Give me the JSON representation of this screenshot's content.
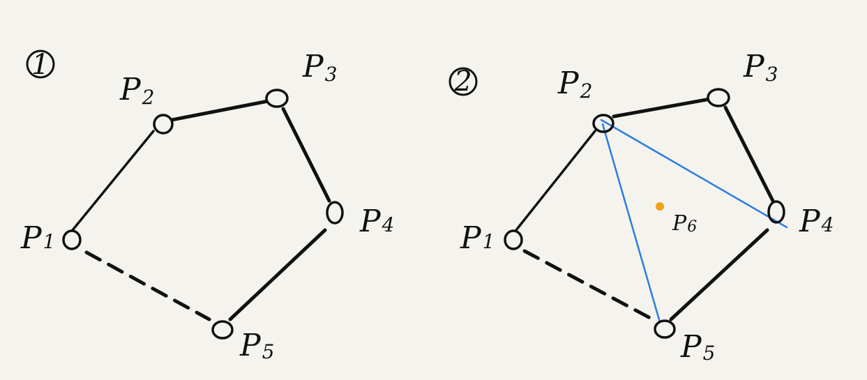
{
  "colors": {
    "background": "#f5f3ee",
    "ink": "#111111",
    "triangle": "#2a7de1",
    "new_point": "#f0a318"
  },
  "panel_1": {
    "step_mark": "1",
    "labels": {
      "p1": {
        "main": "P",
        "sub": "1"
      },
      "p2": {
        "main": "P",
        "sub": "2"
      },
      "p3": {
        "main": "P",
        "sub": "3"
      },
      "p4": {
        "main": "P",
        "sub": "4"
      },
      "p5": {
        "main": "P",
        "sub": "5"
      }
    }
  },
  "panel_2": {
    "step_mark": "2",
    "labels": {
      "p1": {
        "main": "P",
        "sub": "1"
      },
      "p2": {
        "main": "P",
        "sub": "2"
      },
      "p3": {
        "main": "P",
        "sub": "3"
      },
      "p4": {
        "main": "P",
        "sub": "4"
      },
      "p5": {
        "main": "P",
        "sub": "5"
      },
      "p6": {
        "main": "P",
        "sub": "6"
      }
    }
  }
}
